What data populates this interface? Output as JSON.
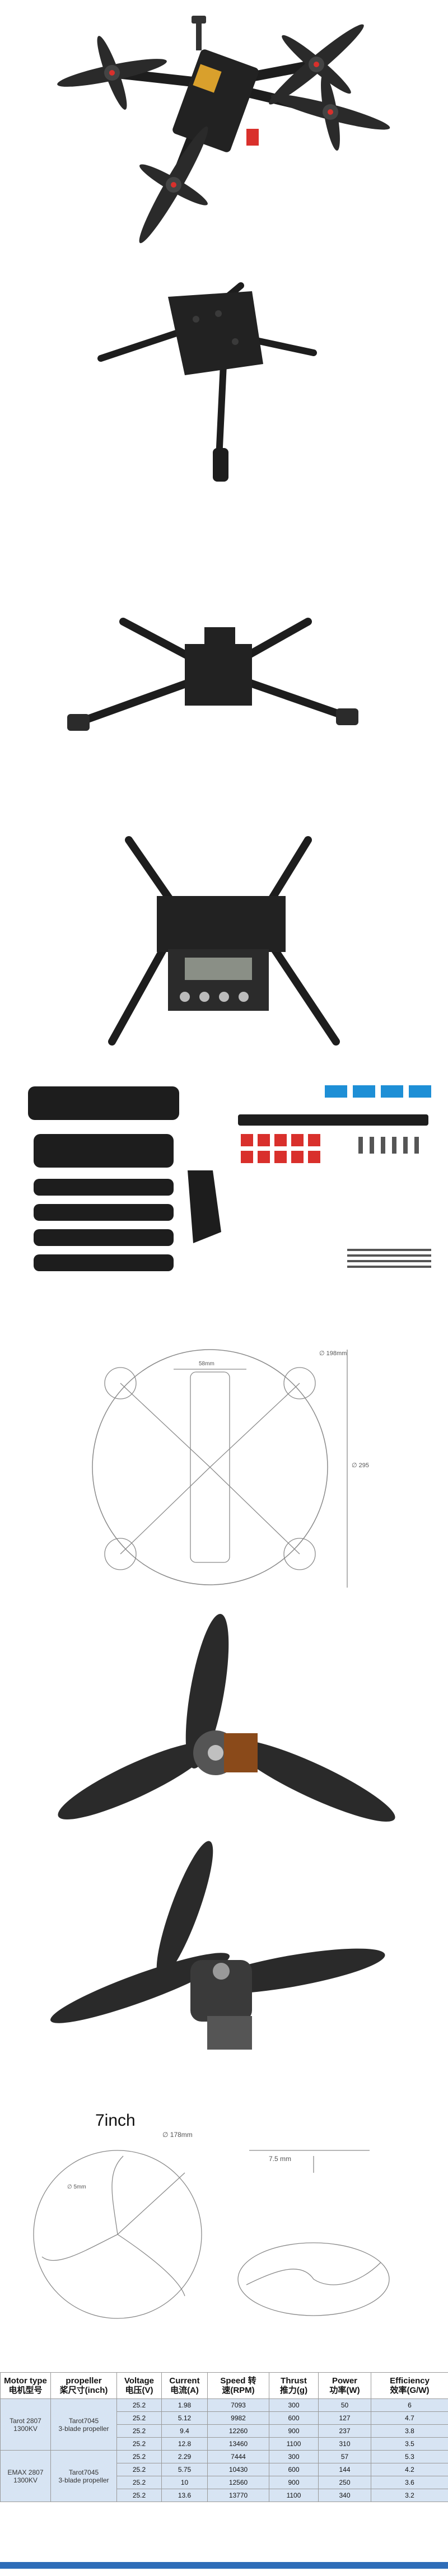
{
  "dimension_labels": {
    "frame_diameter": "∅ 198mm",
    "frame_height": "∅ 295",
    "frame_inner": "58mm"
  },
  "prop_section": {
    "title": "7inch",
    "prop_diameter": "∅ 178mm",
    "hub_hole": "∅ 5mm",
    "hub_width": "7.5 mm"
  },
  "table": {
    "headers": [
      {
        "en": "Motor type",
        "cn": "电机型号"
      },
      {
        "en": "propeller",
        "cn": "桨尺寸(inch)"
      },
      {
        "en": "Voltage",
        "cn": "电压(V)"
      },
      {
        "en": "Current",
        "cn": "电流(A)"
      },
      {
        "en": "Speed 转",
        "cn": "速(RPM)"
      },
      {
        "en": "Thrust",
        "cn": "推力(g)"
      },
      {
        "en": "Power",
        "cn": "功率(W)"
      },
      {
        "en": "Efficiency",
        "cn": "效率(G/W)"
      }
    ],
    "groups": [
      {
        "motor": "Tarot 2807\n1300KV",
        "propeller": "Tarot7045\n3-blade propeller",
        "rows": [
          [
            "25.2",
            "1.98",
            "7093",
            "300",
            "50",
            "6"
          ],
          [
            "25.2",
            "5.12",
            "9982",
            "600",
            "127",
            "4.7"
          ],
          [
            "25.2",
            "9.4",
            "12260",
            "900",
            "237",
            "3.8"
          ],
          [
            "25.2",
            "12.8",
            "13460",
            "1100",
            "310",
            "3.5"
          ]
        ]
      },
      {
        "motor": "EMAX 2807\n1300KV",
        "propeller": "Tarot7045\n3-blade propeller",
        "rows": [
          [
            "25.2",
            "2.29",
            "7444",
            "300",
            "57",
            "5.3"
          ],
          [
            "25.2",
            "5.75",
            "10430",
            "600",
            "144",
            "4.2"
          ],
          [
            "25.2",
            "10",
            "12560",
            "900",
            "250",
            "3.6"
          ],
          [
            "25.2",
            "13.6",
            "13770",
            "1100",
            "340",
            "3.2"
          ]
        ]
      }
    ]
  },
  "colors": {
    "carbon": "#1d1d1d",
    "carbon_edge": "#3a3a3a",
    "prop": "#2a2a2a",
    "accent_red": "#d9302c",
    "table_bg": "#d7e4f3",
    "band": "#2e6db8",
    "drawing_line": "#8a8a8a"
  }
}
